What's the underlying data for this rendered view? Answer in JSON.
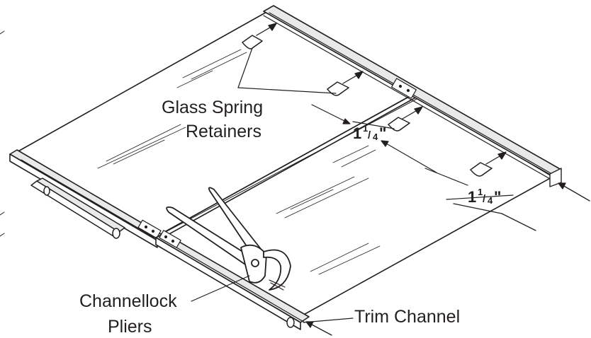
{
  "labels": {
    "retainers_line1": "Glass Spring",
    "retainers_line2": "Retainers",
    "pliers_line1": "Channellock",
    "pliers_line2": "Pliers",
    "trim_channel": "Trim Channel"
  },
  "dimensions": {
    "upper": {
      "whole": "1",
      "num": "1",
      "den": "4",
      "unit": "\""
    },
    "lower": {
      "whole": "1",
      "num": "1",
      "den": "4",
      "unit": "\""
    }
  },
  "colors": {
    "ink": "#231f20",
    "glass_fill": "#ffffff",
    "channel_fill": "#e9e9e9"
  }
}
